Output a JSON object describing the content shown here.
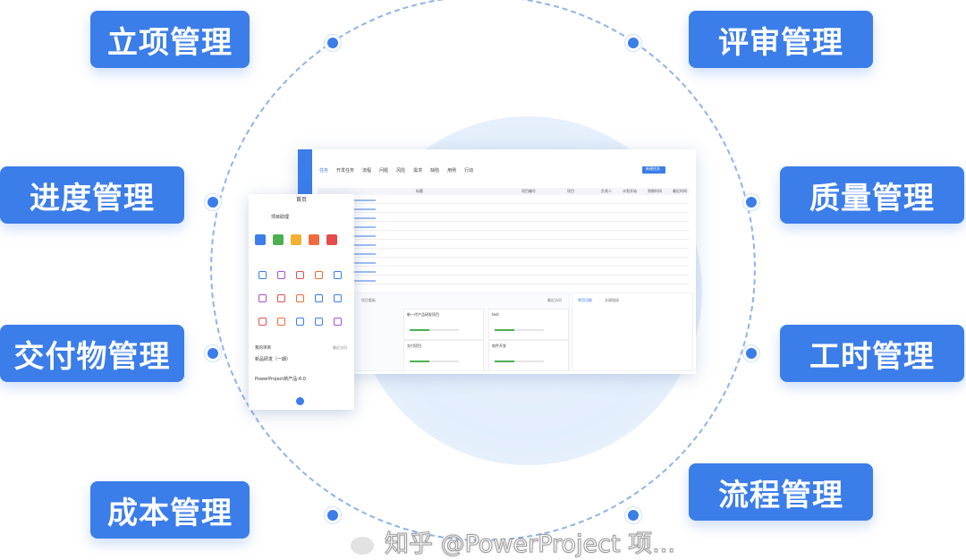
{
  "labels": [
    "立项管理",
    "评审管理",
    "进度管理",
    "质量管理",
    "交付物管理",
    "工时管理",
    "成本管理",
    "流程管理"
  ],
  "desktop": {
    "tabs": [
      "任务",
      "开发任务",
      "流程",
      "问题",
      "风险",
      "需求",
      "缺陷",
      "用例",
      "行动"
    ],
    "new_button": "新建任务",
    "table_headers": [
      "标题",
      "项目编号",
      "项目",
      "负责人",
      "计划开始",
      "到期时间",
      "最近时间"
    ],
    "panel_title": "项目看板",
    "recent": "最近访问",
    "cards": [
      "新一代产品研发项目",
      "test",
      "交付项目",
      "软件开发"
    ],
    "right_tabs": [
      "常用功能",
      "关键链接"
    ]
  },
  "mobile": {
    "title": "首页",
    "assistant": "项目助理",
    "my_projects": "我的项目",
    "recent": "最近访问",
    "projects": [
      "新品研发（一期）",
      "PowerProject新产品-6.0"
    ]
  },
  "watermark": "知乎 @PowerProject 项...",
  "colors": {
    "accent": "#3b7de9",
    "ring": "#8fb3ea"
  }
}
